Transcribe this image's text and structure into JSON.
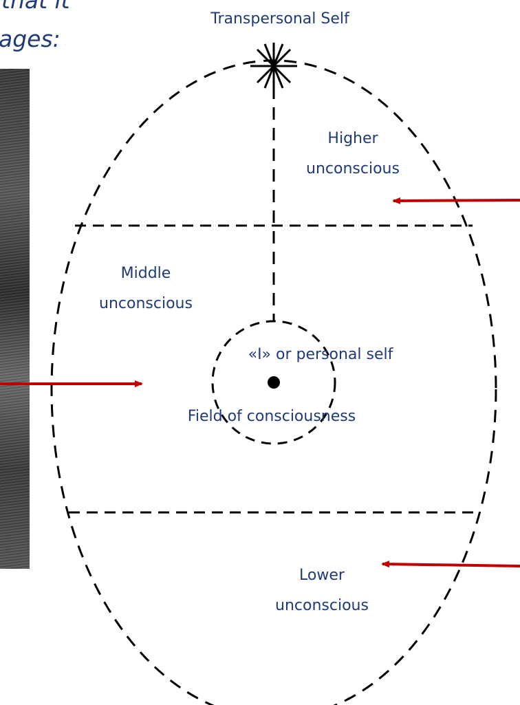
{
  "header_fragment": {
    "line1": "that it",
    "line2": "ages:"
  },
  "diagram": {
    "labels": {
      "transpersonal_self": "Transpersonal Self",
      "higher_line1": "Higher",
      "higher_line2": "unconscious",
      "middle_line1": "Middle",
      "middle_line2": "unconscious",
      "personal_self": "«I» or personal self",
      "field": "Field of consciousness",
      "lower_line1": "Lower",
      "lower_line2": "unconscious"
    },
    "colors": {
      "text": "#1f3a78",
      "lines": "#000000",
      "arrows": "#c00000"
    }
  }
}
